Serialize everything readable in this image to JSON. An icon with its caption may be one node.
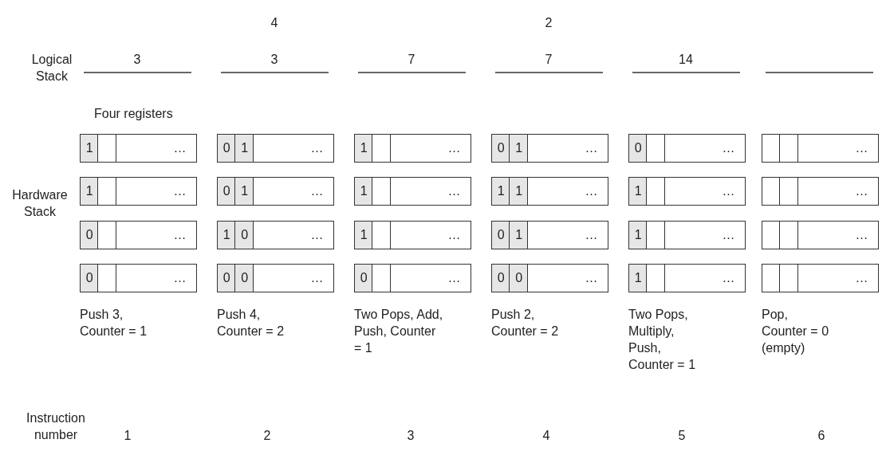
{
  "diagram": {
    "nodes": [
      {
        "text": [
          "1"
        ]
      },
      {
        "text": [],
        "shape": "box"
      },
      {
        "text": [
          "…"
        ]
      },
      {
        "text": [
          "0"
        ]
      },
      {
        "text": [
          "1"
        ]
      },
      {
        "text": [
          "…"
        ]
      },
      {
        "text": [
          "1"
        ]
      },
      {
        "text": [],
        "shape": "box"
      },
      {
        "text": [
          "…"
        ]
      },
      {
        "text": [
          "0"
        ]
      },
      {
        "text": [
          "1"
        ]
      },
      {
        "text": [
          "…"
        ]
      },
      {
        "text": [
          "0"
        ]
      },
      {
        "text": [],
        "shape": "box"
      },
      {
        "text": [
          "…"
        ]
      },
      {
        "text": [],
        "shape": "box"
      },
      {
        "text": [],
        "shape": "box"
      },
      {
        "text": [
          "…"
        ]
      },
      {
        "text": [
          "1"
        ]
      },
      {
        "text": [],
        "shape": "box"
      },
      {
        "text": [
          "…"
        ]
      },
      {
        "text": [
          "0"
        ]
      },
      {
        "text": [
          "1"
        ]
      },
      {
        "text": [
          "…"
        ]
      },
      {
        "text": [
          "1"
        ]
      },
      {
        "text": [],
        "shape": "box"
      },
      {
        "text": [
          "…"
        ]
      },
      {
        "text": [
          "1"
        ]
      },
      {
        "text": [
          "1"
        ]
      },
      {
        "text": [
          "…"
        ]
      },
      {
        "text": [
          "1"
        ]
      },
      {
        "text": [],
        "shape": "box"
      },
      {
        "text": [
          "…"
        ]
      },
      {
        "text": [],
        "shape": "box"
      },
      {
        "text": [],
        "shape": "box"
      },
      {
        "text": [
          "…"
        ]
      },
      {
        "text": [
          "0"
        ]
      },
      {
        "text": [],
        "shape": "box"
      },
      {
        "text": [
          "…"
        ]
      },
      {
        "text": [
          "1"
        ]
      },
      {
        "text": [
          "0"
        ]
      },
      {
        "text": [
          "…"
        ]
      },
      {
        "text": [
          "1"
        ]
      },
      {
        "text": [],
        "shape": "box"
      },
      {
        "text": [
          "…"
        ]
      },
      {
        "text": [
          "0"
        ]
      },
      {
        "text": [
          "1"
        ]
      },
      {
        "text": [
          "…"
        ]
      },
      {
        "text": [
          "1"
        ]
      },
      {
        "text": [],
        "shape": "box"
      },
      {
        "text": [
          "…"
        ]
      },
      {
        "text": [],
        "shape": "box"
      },
      {
        "text": [],
        "shape": "box"
      },
      {
        "text": [
          "…"
        ]
      },
      {
        "text": [
          "0"
        ]
      },
      {
        "text": [],
        "shape": "box"
      },
      {
        "text": [
          "…"
        ]
      },
      {
        "text": [
          "0"
        ]
      },
      {
        "text": [
          "0"
        ]
      },
      {
        "text": [
          "…"
        ]
      },
      {
        "text": [
          "0"
        ]
      },
      {
        "text": [],
        "shape": "box"
      },
      {
        "text": [
          "…"
        ]
      },
      {
        "text": [
          "0"
        ]
      },
      {
        "text": [
          "0"
        ]
      },
      {
        "text": [
          "…"
        ]
      },
      {
        "text": [
          "1"
        ]
      },
      {
        "text": [],
        "shape": "box"
      },
      {
        "text": [
          "…"
        ]
      },
      {
        "text": [],
        "shape": "box"
      },
      {
        "text": [],
        "shape": "box"
      },
      {
        "text": [
          "…"
        ]
      }
    ],
    "labels": [
      "4",
      "2",
      "Logical Stack",
      "3",
      "3",
      "7",
      "7",
      "14",
      "Four registers",
      "Hardware Stack",
      "Push 3, Counter = 1",
      "Push 4, Counter = 2",
      "Two Pops, Add, Push, Counter = 1",
      "Push 2, Counter = 2",
      "Two Pops, Multiply, Push, Counter = 1",
      "Pop, Counter = 0 (empty)",
      "Instruction number",
      "1",
      "2",
      "3",
      "4",
      "5",
      "6"
    ]
  }
}
